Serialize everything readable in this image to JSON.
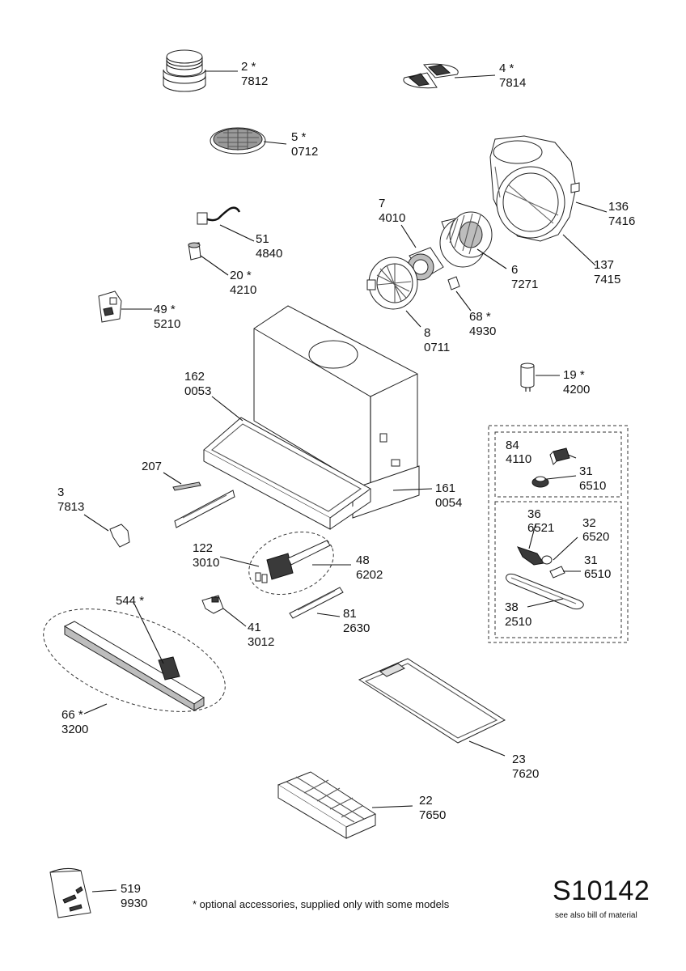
{
  "callouts": [
    {
      "ref": "2 *",
      "code": "7812"
    },
    {
      "ref": "4 *",
      "code": "7814"
    },
    {
      "ref": "5 *",
      "code": "0712"
    },
    {
      "ref": "136",
      "code": "7416"
    },
    {
      "ref": "7",
      "code": "4010"
    },
    {
      "ref": "51",
      "code": "4840"
    },
    {
      "ref": "6",
      "code": "7271"
    },
    {
      "ref": "137",
      "code": "7415"
    },
    {
      "ref": "20 *",
      "code": "4210"
    },
    {
      "ref": "68 *",
      "code": "4930"
    },
    {
      "ref": "49 *",
      "code": "5210"
    },
    {
      "ref": "8",
      "code": "0711"
    },
    {
      "ref": "19 *",
      "code": "4200"
    },
    {
      "ref": "162",
      "code": "0053"
    },
    {
      "ref": "84",
      "code": "4110"
    },
    {
      "ref": "31",
      "code": "6510"
    },
    {
      "ref": "207",
      "code": ""
    },
    {
      "ref": "161",
      "code": "0054"
    },
    {
      "ref": "3",
      "code": "7813"
    },
    {
      "ref": "36",
      "code": "6521"
    },
    {
      "ref": "32",
      "code": "6520"
    },
    {
      "ref": "122",
      "code": "3010"
    },
    {
      "ref": "48",
      "code": "6202"
    },
    {
      "ref": "31",
      "code": "6510"
    },
    {
      "ref": "544 *",
      "code": ""
    },
    {
      "ref": "38",
      "code": "2510"
    },
    {
      "ref": "41",
      "code": "3012"
    },
    {
      "ref": "81",
      "code": "2630"
    },
    {
      "ref": "66 *",
      "code": "3200"
    },
    {
      "ref": "23",
      "code": "7620"
    },
    {
      "ref": "22",
      "code": "7650"
    },
    {
      "ref": "519",
      "code": "9930"
    }
  ],
  "footnote": "* optional accessories, supplied only with some models",
  "sheet": {
    "code": "S10142",
    "note": "see also bill of material"
  }
}
